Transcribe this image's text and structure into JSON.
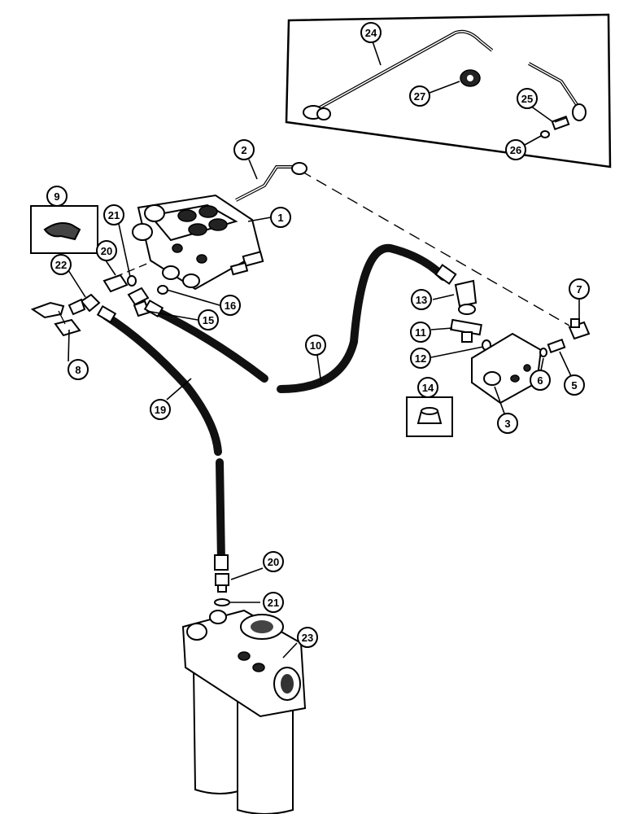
{
  "callouts": [
    {
      "id": "c1",
      "label": "1"
    },
    {
      "id": "c2",
      "label": "2"
    },
    {
      "id": "c3",
      "label": "3"
    },
    {
      "id": "c5",
      "label": "5"
    },
    {
      "id": "c6",
      "label": "6"
    },
    {
      "id": "c7",
      "label": "7"
    },
    {
      "id": "c8",
      "label": "8"
    },
    {
      "id": "c9",
      "label": "9"
    },
    {
      "id": "c10",
      "label": "10"
    },
    {
      "id": "c11",
      "label": "11"
    },
    {
      "id": "c12",
      "label": "12"
    },
    {
      "id": "c13",
      "label": "13"
    },
    {
      "id": "c14",
      "label": "14"
    },
    {
      "id": "c15",
      "label": "15"
    },
    {
      "id": "c16",
      "label": "16"
    },
    {
      "id": "c19",
      "label": "19"
    },
    {
      "id": "c20a",
      "label": "20"
    },
    {
      "id": "c20b",
      "label": "20"
    },
    {
      "id": "c21a",
      "label": "21"
    },
    {
      "id": "c21b",
      "label": "21"
    },
    {
      "id": "c22",
      "label": "22"
    },
    {
      "id": "c23",
      "label": "23"
    },
    {
      "id": "c24",
      "label": "24"
    },
    {
      "id": "c25",
      "label": "25"
    },
    {
      "id": "c26",
      "label": "26"
    },
    {
      "id": "c27",
      "label": "27"
    }
  ]
}
